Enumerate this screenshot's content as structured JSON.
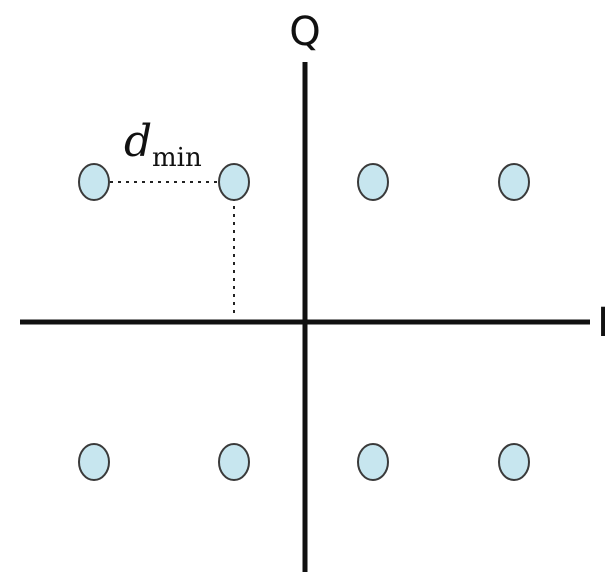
{
  "diagram": {
    "axes": {
      "horizontal_label": "I",
      "vertical_label": "Q"
    },
    "annotation": {
      "symbol": "d",
      "subscript": "min"
    },
    "points": [
      {
        "row": 1,
        "col": 1
      },
      {
        "row": 1,
        "col": 2
      },
      {
        "row": 1,
        "col": 3
      },
      {
        "row": 1,
        "col": 4
      },
      {
        "row": 2,
        "col": 1
      },
      {
        "row": 2,
        "col": 2
      },
      {
        "row": 2,
        "col": 3
      },
      {
        "row": 2,
        "col": 4
      }
    ],
    "colors": {
      "point_fill": "#c7e6ef",
      "point_stroke": "#3a3a3a",
      "axis": "#111111",
      "guide": "#222222"
    }
  }
}
